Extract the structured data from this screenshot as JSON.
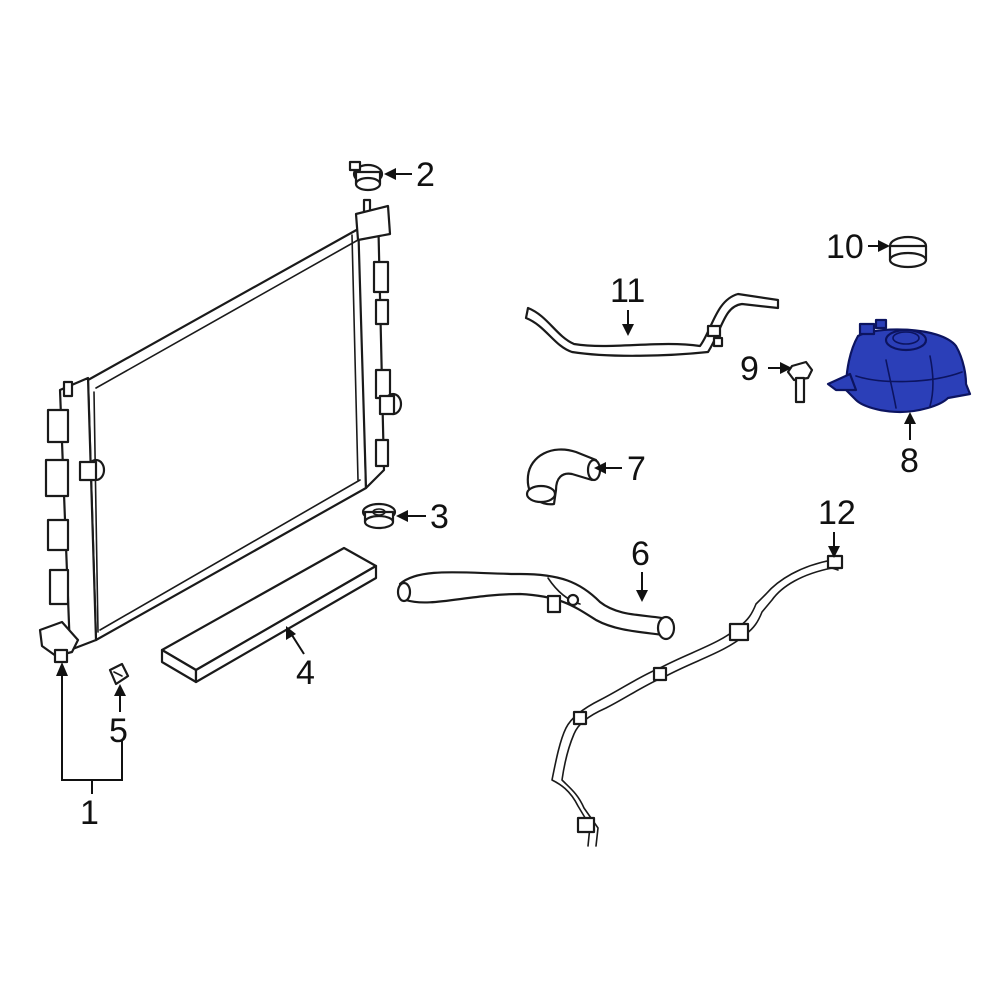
{
  "callouts": {
    "c1": "1",
    "c2": "2",
    "c3": "3",
    "c4": "4",
    "c5": "5",
    "c6": "6",
    "c7": "7",
    "c8": "8",
    "c9": "9",
    "c10": "10",
    "c11": "11",
    "c12": "12"
  },
  "colors": {
    "highlight": "#2b3fb8",
    "line": "#1a1a1a",
    "background": "#ffffff"
  }
}
